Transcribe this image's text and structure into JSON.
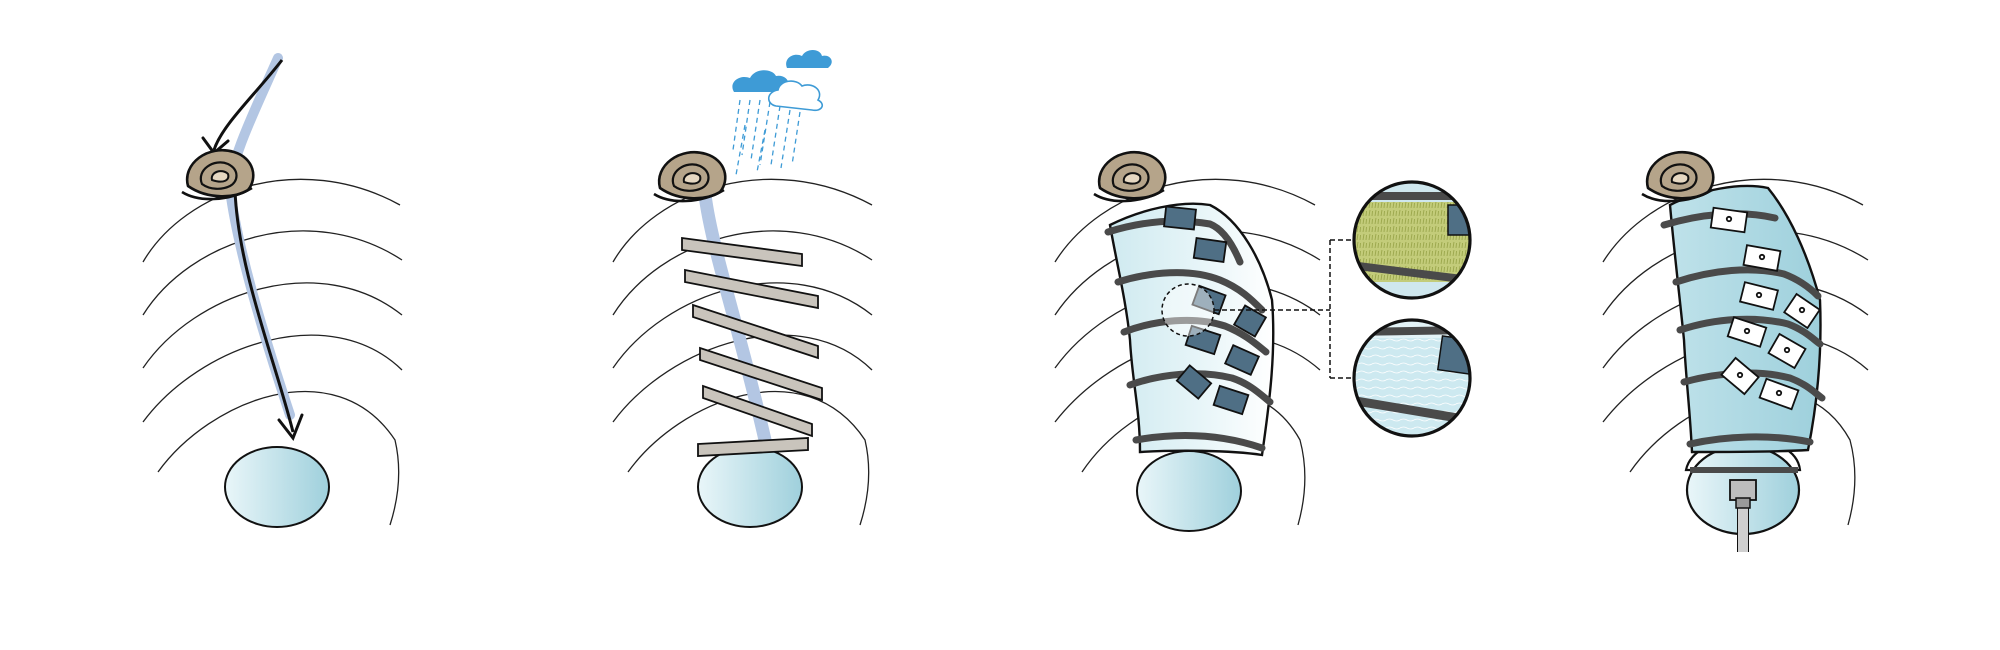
{
  "diagram": {
    "panels": [
      {
        "id": "flow",
        "icon": "snail-shell-icon",
        "elements": [
          "contour-lines",
          "flow-arrow",
          "pond"
        ]
      },
      {
        "id": "rain-barriers",
        "icon": "snail-shell-icon",
        "elements": [
          "rain-cloud",
          "contour-lines",
          "flow-channel",
          "barrier-slats",
          "pond"
        ]
      },
      {
        "id": "terraced-basins",
        "icon": "snail-shell-icon",
        "elements": [
          "contour-lines",
          "terraced-basin",
          "module-blocks",
          "detail-grass",
          "detail-water",
          "pond"
        ]
      },
      {
        "id": "sensor-panels",
        "icon": "snail-shell-icon",
        "elements": [
          "contour-lines",
          "terraced-basin",
          "sensor-panels",
          "pump-station",
          "pond"
        ]
      }
    ]
  },
  "colors": {
    "water_light": "#e6f4f7",
    "water": "#b9dfe7",
    "water_dark": "#8fc5d2",
    "flow": "#b3c6e3",
    "shell": "#b5a48a",
    "cloud": "#3e9bd6",
    "block": "#4f6f85",
    "slat": "#c9c4bc",
    "grass": "#b9c36b"
  }
}
